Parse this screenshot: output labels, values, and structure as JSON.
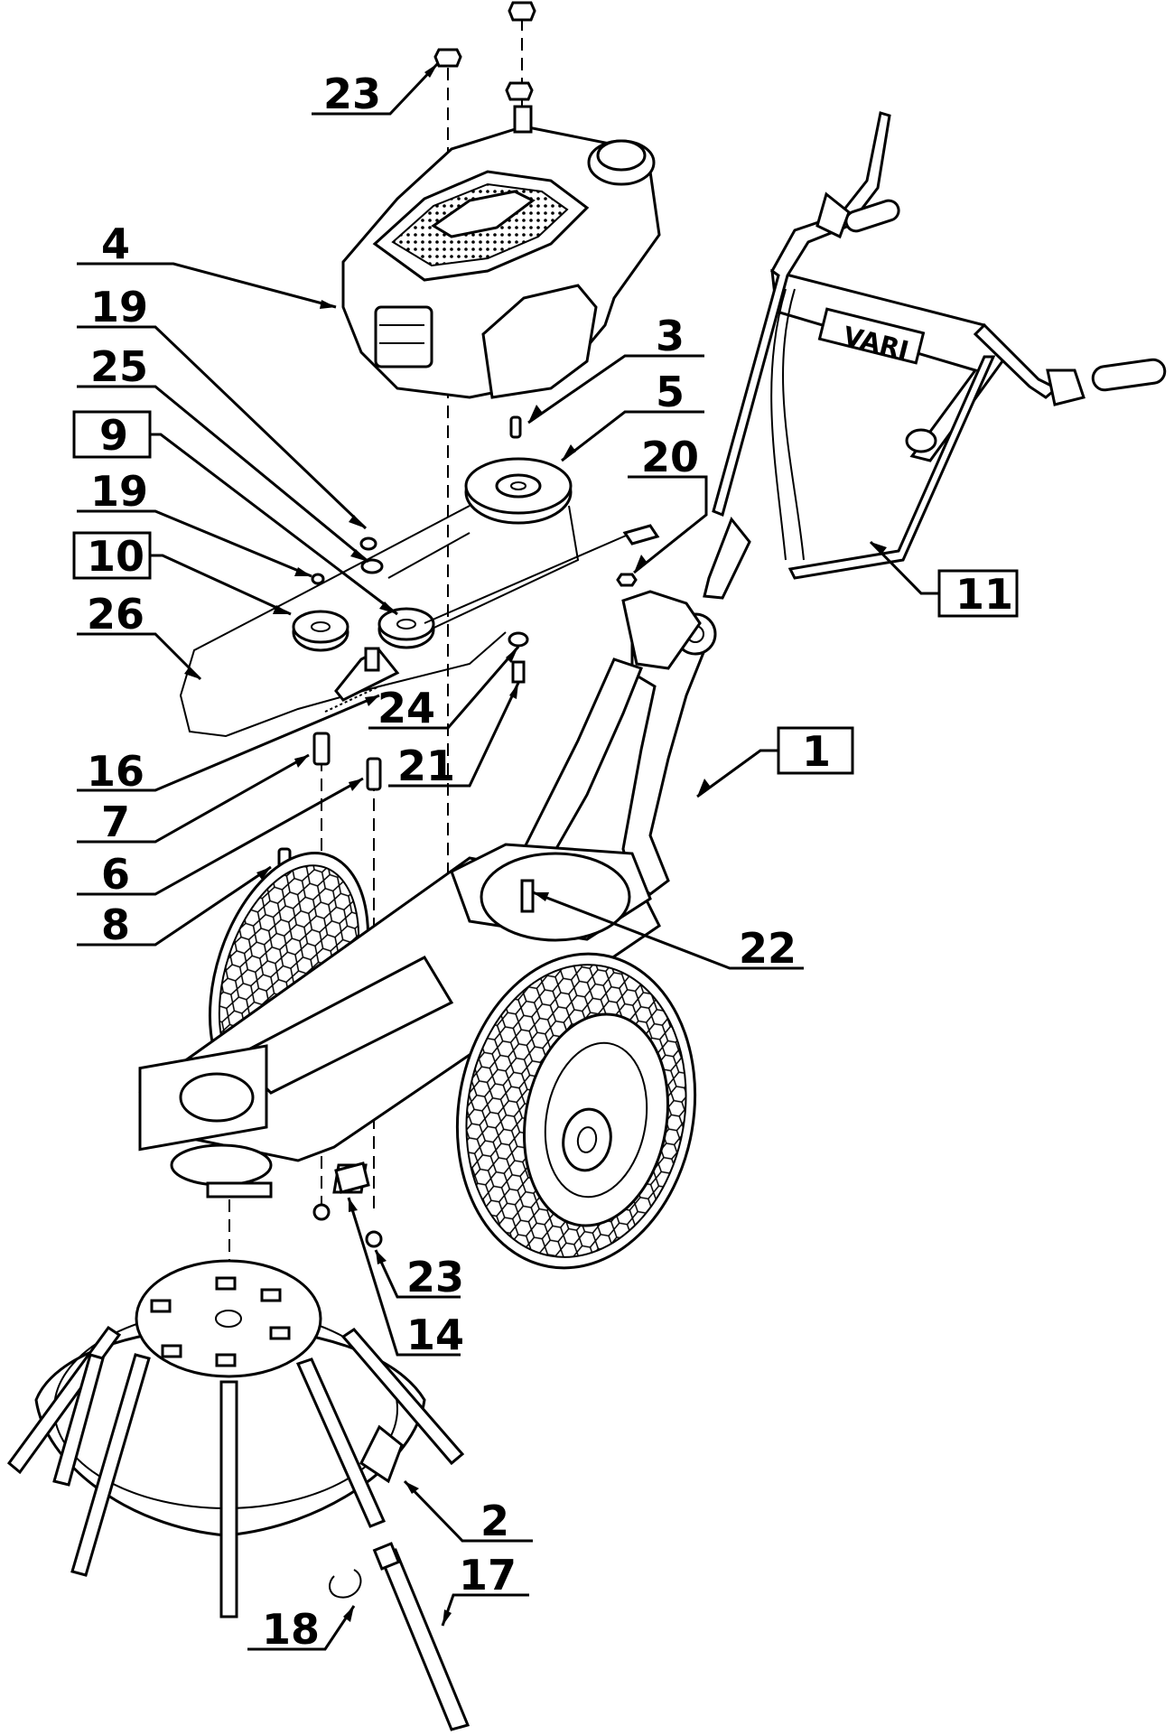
{
  "brand": "VARI",
  "callouts": {
    "c1": "1",
    "c2": "2",
    "c3": "3",
    "c4": "4",
    "c5": "5",
    "c6": "6",
    "c7": "7",
    "c8": "8",
    "c9": "9",
    "c10": "10",
    "c11": "11",
    "c14": "14",
    "c16": "16",
    "c17": "17",
    "c18": "18",
    "c19a": "19",
    "c19b": "19",
    "c20": "20",
    "c21": "21",
    "c22": "22",
    "c23a": "23",
    "c23b": "23",
    "c24": "24",
    "c25": "25",
    "c26": "26"
  }
}
